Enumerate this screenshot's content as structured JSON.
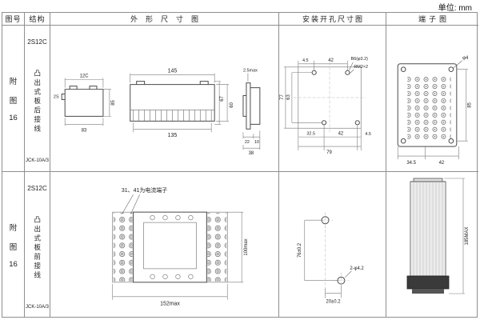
{
  "unit_label": "单位: mm",
  "headers": {
    "fig_no": "图号",
    "structure": "结构",
    "outline": "外形尺寸图",
    "mounting": "安装开孔尺寸图",
    "terminal": "端子图"
  },
  "rows": [
    {
      "fig": [
        "附",
        "图",
        "16"
      ],
      "model": "2S12C",
      "structure_desc": "凸出式板后接线",
      "type_code": "JCK-10A/3",
      "outline": {
        "top_view": {
          "width_top": "12C",
          "left": "2S",
          "width_bottom": "83",
          "height_right": "85"
        },
        "front_view": {
          "width_top": "145",
          "width_bottom": "135",
          "height_inner": "67",
          "height_outer": "60"
        },
        "side_view": {
          "top": "2.5max",
          "dim1": "22",
          "dim2": "10",
          "total": "38"
        }
      },
      "mounting": {
        "top_offset": "4.5",
        "top_span": "42",
        "hole_label": "B6(φ3.2)",
        "thread_label": "RM2×2",
        "left_total": "77",
        "left_inner": "63",
        "bottom_d1": "32.5",
        "bottom_d2": "42",
        "bottom_d3": "4.5",
        "bottom_total": "79"
      },
      "terminal": {
        "hole_label": "φ4",
        "right_height": "85",
        "bottom_d1": "34.5",
        "bottom_d2": "42"
      }
    },
    {
      "fig": [
        "附",
        "图",
        "16"
      ],
      "model": "2S12C",
      "structure_desc": "凸出式板前接线",
      "type_code": "JCK-10A/3",
      "outline": {
        "note": "31、41为电流端子",
        "width_bottom": "152max",
        "height_right": "100max"
      },
      "mounting": {
        "left_dim": "76±0.2",
        "hole_label": "2-φ4.2",
        "bottom_dim": "20±0.2"
      },
      "terminal": {
        "right_height": "185MAX"
      }
    }
  ]
}
